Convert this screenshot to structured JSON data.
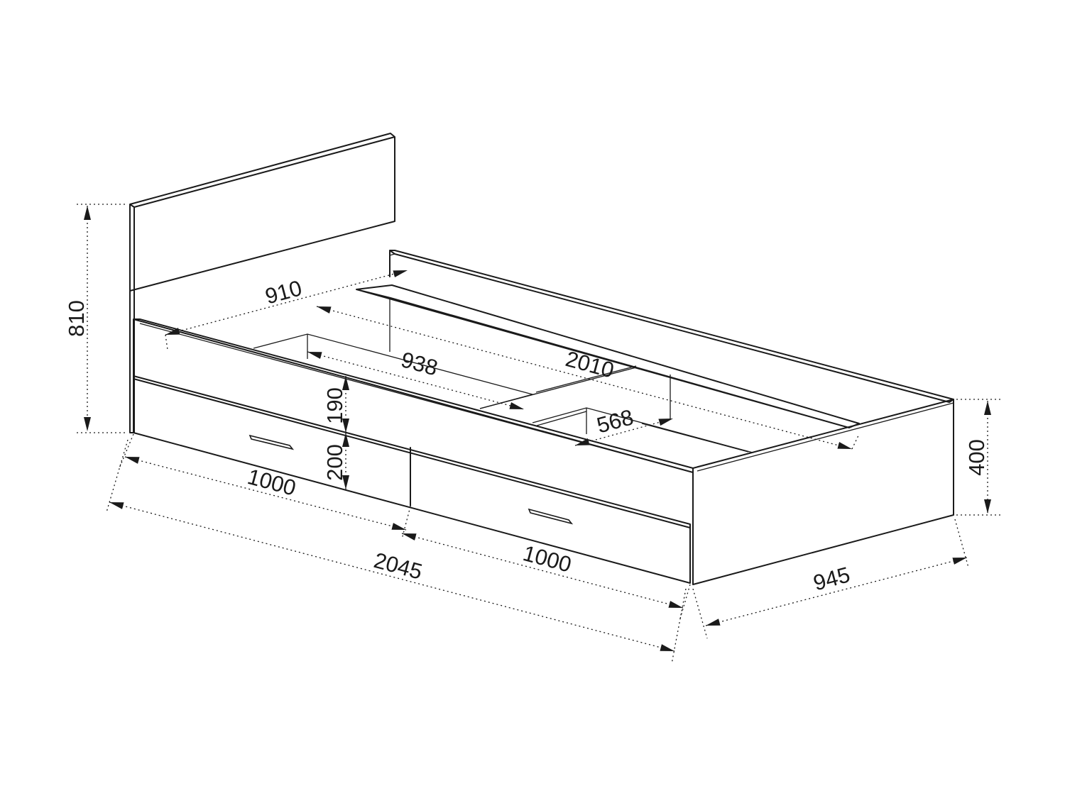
{
  "colors": {
    "line": "#1a1a1a",
    "background": "#ffffff"
  },
  "dimensions": {
    "headboard_height": "810",
    "headboard_inner_width": "910",
    "inner_length": "2010",
    "slat_length": "938",
    "drawer_section_width": "568",
    "panel_height_upper": "190",
    "drawer_height": "200",
    "bed_height": "400",
    "drawer_left_length": "1000",
    "drawer_right_length": "1000",
    "overall_length": "2045",
    "overall_width": "945"
  }
}
